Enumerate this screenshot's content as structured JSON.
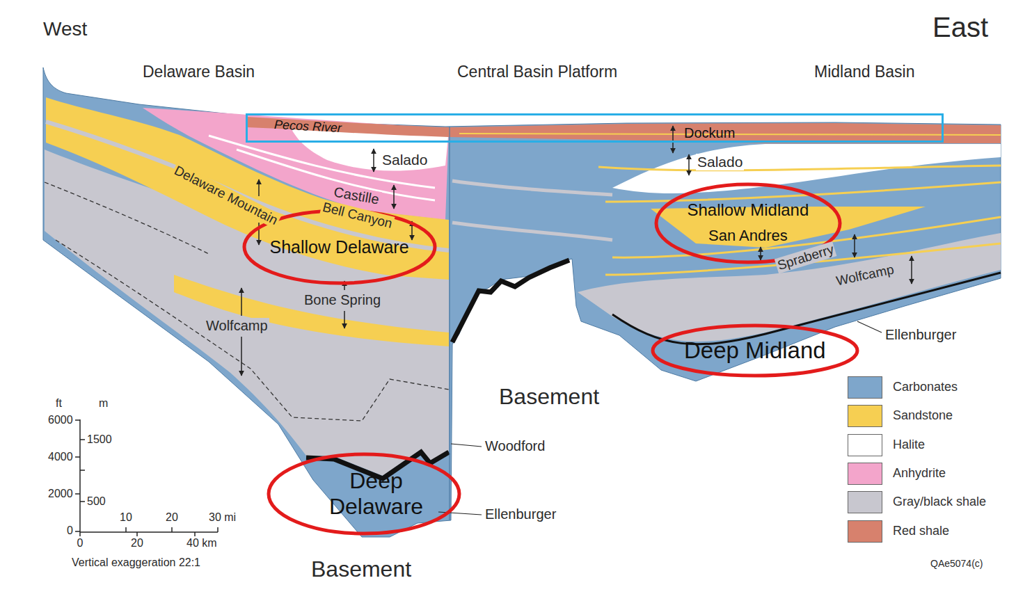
{
  "diagram": {
    "nodes": [
      {
        "text": [
          "Pecos River",
          "Dockum"
        ]
      },
      {
        "text": [
          "Shallow Midland",
          "San Andres"
        ]
      },
      {
        "text": [
          "Shallow Delaware"
        ]
      },
      {
        "text": [
          "Deep Midland"
        ]
      },
      {
        "text": [
          "Deep Delaware"
        ]
      }
    ],
    "labels": [
      "West",
      "East",
      "Delaware Basin",
      "Central Basin Platform",
      "Midland Basin",
      "Salado",
      "Castille",
      "Delaware Mountain",
      "Bell Canyon",
      "Salado",
      "Spraberry",
      "Wolfcamp",
      "Bone Spring",
      "Wolfcamp",
      "Ellenburger",
      "Basement",
      "Woodford",
      "Ellenburger",
      "Basement",
      "ft",
      "m",
      "6000",
      "4000",
      "2000",
      "0",
      "1500",
      "500",
      "10",
      "20",
      "30 mi",
      "0",
      "20",
      "40 km",
      "Vertical exaggeration 22:1",
      "QAe5074(c)"
    ],
    "legend": [
      {
        "text": "Carbonates",
        "color": "#7ea6cb"
      },
      {
        "text": "Sandstone",
        "color": "#f6cf52"
      },
      {
        "text": "Halite",
        "color": "#ffffff"
      },
      {
        "text": "Anhydrite",
        "color": "#f3a5cb"
      },
      {
        "text": "Gray/black shale",
        "color": "#c8c7cf"
      },
      {
        "text": "Red shale",
        "color": "#d7816d"
      }
    ]
  }
}
